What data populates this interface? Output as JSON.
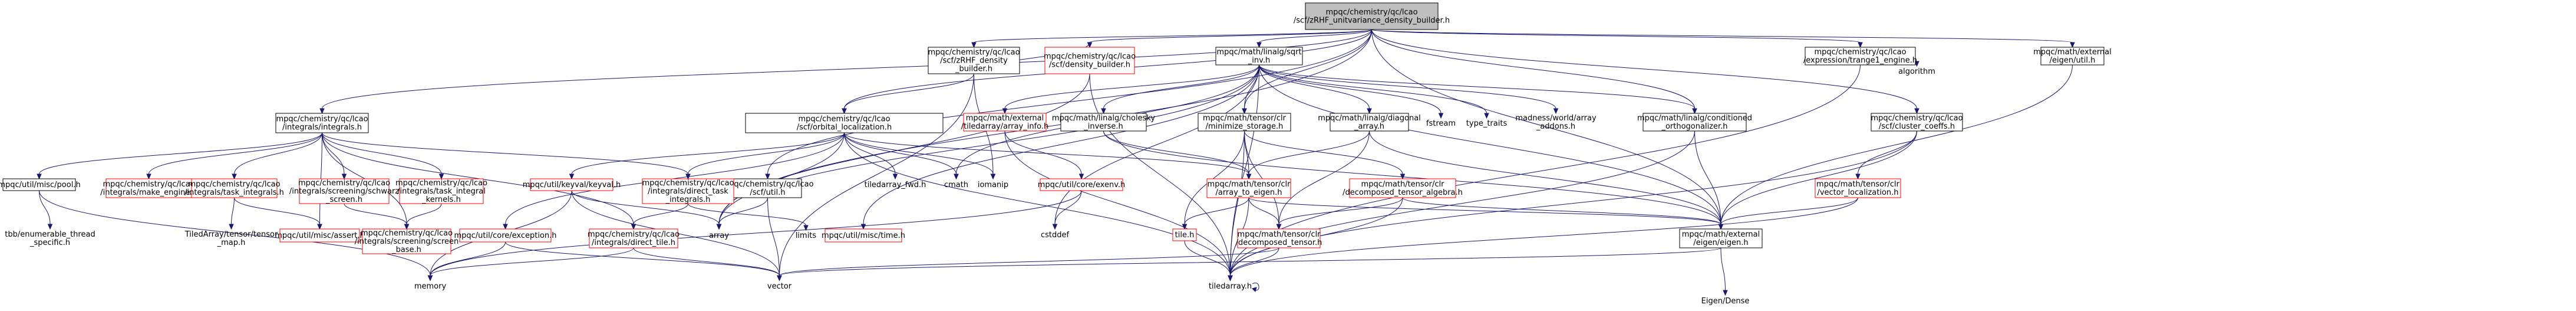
{
  "colors": {
    "edge": "#191970",
    "red_border": "#ff0000",
    "black_border": "#000000",
    "root_fill": "#bfbfbf"
  },
  "nodes": [
    {
      "id": "root",
      "lines": [
        "mpqc/chemistry/qc/lcao",
        "/scf/zRHF_unitvariance_density_builder.h"
      ],
      "style": "root"
    },
    {
      "id": "n1",
      "lines": [
        "mpqc/chemistry/qc/lcao",
        "/integrals/integrals.h"
      ],
      "style": "black"
    },
    {
      "id": "n2",
      "lines": [
        "mpqc/chemistry/qc/lcao",
        "/scf/zRHF_density",
        "_builder.h"
      ],
      "style": "black"
    },
    {
      "id": "n3",
      "lines": [
        "mpqc/math/linalg/sqrt",
        "_inv.h"
      ],
      "style": "black"
    },
    {
      "id": "n4",
      "lines": [
        "mpqc/chemistry/qc/lcao",
        "/expression/trange1_engine.h"
      ],
      "style": "black"
    },
    {
      "id": "n5",
      "lines": [
        "mpqc/math/external",
        "/eigen/util.h"
      ],
      "style": "black"
    },
    {
      "id": "n6",
      "lines": [
        "mpqc/chemistry/qc/lcao",
        "/scf/orbital_localization.h"
      ],
      "style": "black"
    },
    {
      "id": "n7",
      "lines": [
        "mpqc/chemistry/qc/lcao",
        "/scf/util.h"
      ],
      "style": "black"
    },
    {
      "id": "n8",
      "lines": [
        "mpqc/chemistry/qc/lcao",
        "/scf/density_builder.h"
      ],
      "style": "red"
    },
    {
      "id": "n9",
      "lines": [
        "mpqc/math/external",
        "/tiledarray/array_info.h"
      ],
      "style": "red"
    },
    {
      "id": "n10",
      "lines": [
        "mpqc/math/linalg/cholesky",
        "_inverse.h"
      ],
      "style": "black"
    },
    {
      "id": "n11",
      "lines": [
        "mpqc/math/tensor/clr",
        "/minimize_storage.h"
      ],
      "style": "black"
    },
    {
      "id": "n12",
      "lines": [
        "mpqc/math/linalg/diagonal",
        "_array.h"
      ],
      "style": "black"
    },
    {
      "id": "n13",
      "lines": [
        "fstream"
      ],
      "style": "plain"
    },
    {
      "id": "n14",
      "lines": [
        "type_traits"
      ],
      "style": "plain"
    },
    {
      "id": "n15",
      "lines": [
        "madness/world/array",
        "_addons.h"
      ],
      "style": "plain"
    },
    {
      "id": "n16",
      "lines": [
        "mpqc/math/linalg/conditioned",
        "_orthogonalizer.h"
      ],
      "style": "black"
    },
    {
      "id": "n17",
      "lines": [
        "mpqc/chemistry/qc/lcao",
        "/scf/cluster_coeffs.h"
      ],
      "style": "black"
    },
    {
      "id": "n18",
      "lines": [
        "algorithm"
      ],
      "style": "plain"
    },
    {
      "id": "n19",
      "lines": [
        "mpqc/util/misc/pool.h"
      ],
      "style": "black"
    },
    {
      "id": "n20",
      "lines": [
        "mpqc/chemistry/qc/lcao",
        "/integrals/make_engine.h"
      ],
      "style": "red"
    },
    {
      "id": "n21",
      "lines": [
        "mpqc/chemistry/qc/lcao",
        "/integrals/task_integrals.h"
      ],
      "style": "red"
    },
    {
      "id": "n22",
      "lines": [
        "mpqc/chemistry/qc/lcao",
        "/integrals/screening/schwarz",
        "_screen.h"
      ],
      "style": "red"
    },
    {
      "id": "n23",
      "lines": [
        "mpqc/chemistry/qc/lcao",
        "/integrals/task_integral",
        "_kernels.h"
      ],
      "style": "red"
    },
    {
      "id": "n24",
      "lines": [
        "mpqc/util/keyval/keyval.h"
      ],
      "style": "red"
    },
    {
      "id": "n25",
      "lines": [
        "mpqc/chemistry/qc/lcao",
        "/integrals/direct_task",
        "_integrals.h"
      ],
      "style": "red"
    },
    {
      "id": "n26",
      "lines": [
        "tiledarray_fwd.h"
      ],
      "style": "plain"
    },
    {
      "id": "n27",
      "lines": [
        "cmath"
      ],
      "style": "plain"
    },
    {
      "id": "n28",
      "lines": [
        "iomanip"
      ],
      "style": "plain"
    },
    {
      "id": "n29",
      "lines": [
        "mpqc/util/core/exenv.h"
      ],
      "style": "red"
    },
    {
      "id": "n30",
      "lines": [
        "mpqc/math/tensor/clr",
        "/array_to_eigen.h"
      ],
      "style": "red"
    },
    {
      "id": "n31",
      "lines": [
        "mpqc/math/tensor/clr",
        "/decomposed_tensor_algebra.h"
      ],
      "style": "red"
    },
    {
      "id": "n32",
      "lines": [
        "mpqc/math/tensor/clr",
        "/vector_localization.h"
      ],
      "style": "red"
    },
    {
      "id": "n33",
      "lines": [
        "tbb/enumerable_thread",
        "_specific.h"
      ],
      "style": "plain"
    },
    {
      "id": "n34",
      "lines": [
        "TiledArray/tensor/tensor",
        "_map.h"
      ],
      "style": "plain"
    },
    {
      "id": "n35",
      "lines": [
        "mpqc/util/misc/assert.h"
      ],
      "style": "red"
    },
    {
      "id": "n36",
      "lines": [
        "mpqc/chemistry/qc/lcao",
        "/integrals/screening/screen",
        "_base.h"
      ],
      "style": "red"
    },
    {
      "id": "n37",
      "lines": [
        "mpqc/util/core/exception.h"
      ],
      "style": "red"
    },
    {
      "id": "n38",
      "lines": [
        "mpqc/chemistry/qc/lcao",
        "/integrals/direct_tile.h"
      ],
      "style": "red"
    },
    {
      "id": "n39",
      "lines": [
        "array"
      ],
      "style": "plain"
    },
    {
      "id": "n40",
      "lines": [
        "limits"
      ],
      "style": "plain"
    },
    {
      "id": "n41",
      "lines": [
        "mpqc/util/misc/time.h"
      ],
      "style": "red"
    },
    {
      "id": "n42",
      "lines": [
        "cstddef"
      ],
      "style": "plain"
    },
    {
      "id": "n43",
      "lines": [
        "tile.h"
      ],
      "style": "red"
    },
    {
      "id": "n44",
      "lines": [
        "mpqc/math/tensor/clr",
        "/decomposed_tensor.h"
      ],
      "style": "red"
    },
    {
      "id": "n45",
      "lines": [
        "mpqc/math/external",
        "/eigen/eigen.h"
      ],
      "style": "black"
    },
    {
      "id": "n46",
      "lines": [
        "memory"
      ],
      "style": "plain"
    },
    {
      "id": "n47",
      "lines": [
        "vector"
      ],
      "style": "plain"
    },
    {
      "id": "n48",
      "lines": [
        "tiledarray.h"
      ],
      "style": "plain"
    },
    {
      "id": "n49",
      "lines": [
        "Eigen/Dense"
      ],
      "style": "plain"
    }
  ]
}
